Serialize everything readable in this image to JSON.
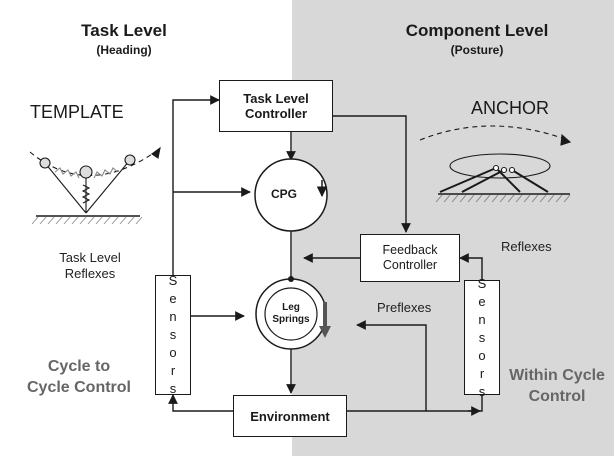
{
  "left_header": {
    "title": "Task Level",
    "subtitle": "(Heading)"
  },
  "right_header": {
    "title": "Component Level",
    "subtitle": "(Posture)"
  },
  "template_label": "TEMPLATE",
  "anchor_label": "ANCHOR",
  "boxes": {
    "task_level_controller": [
      "Task Level",
      "Controller"
    ],
    "cpg": "CPG",
    "feedback_controller": [
      "Feedback",
      "Controller"
    ],
    "leg_springs": [
      "Leg",
      "Springs"
    ],
    "environment": "Environment",
    "sensors_left": [
      "S",
      "e",
      "n",
      "s",
      "o",
      "r",
      "s"
    ],
    "sensors_right": [
      "S",
      "e",
      "n",
      "s",
      "o",
      "r",
      "s"
    ]
  },
  "labels": {
    "task_level_reflexes": [
      "Task Level",
      "Reflexes"
    ],
    "reflexes": "Reflexes",
    "preflexes": "Preflexes",
    "cycle_to_cycle": [
      "Cycle to",
      "Cycle Control"
    ],
    "within_cycle": [
      "Within Cycle",
      "Control"
    ]
  },
  "colors": {
    "right_panel": "#d8d8d8",
    "line": "#1a1a1a",
    "grey_text": "#666666"
  }
}
